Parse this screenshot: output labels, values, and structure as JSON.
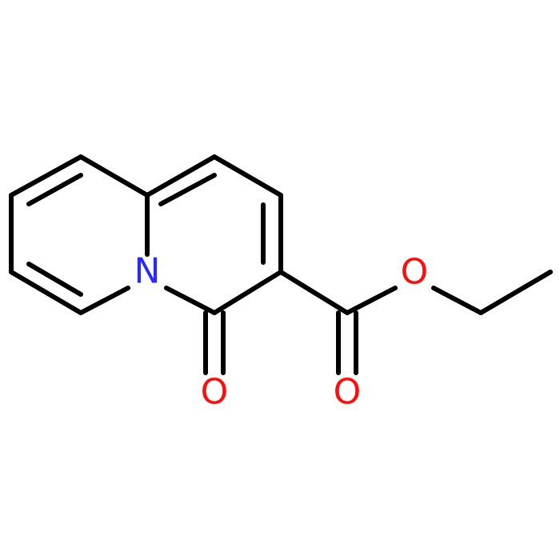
{
  "molecule": {
    "atoms": [
      {
        "id": "n1",
        "symbol": "N",
        "element": "nitrogen",
        "color": "#2929ff"
      },
      {
        "id": "o_ketone",
        "symbol": "O",
        "element": "oxygen",
        "color": "#ff0d0d"
      },
      {
        "id": "o_carbonyl",
        "symbol": "O",
        "element": "oxygen",
        "color": "#ff0d0d"
      },
      {
        "id": "o_ester",
        "symbol": "O",
        "element": "oxygen",
        "color": "#ff0d0d"
      }
    ],
    "bond_color": "#000000",
    "background": "#ffffff"
  }
}
